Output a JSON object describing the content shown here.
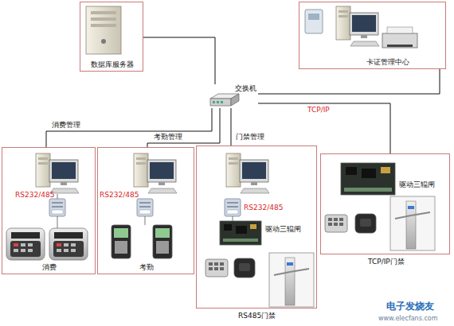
{
  "diagram": {
    "nodes": [
      {
        "text": [
          "数据库服务器"
        ]
      },
      {
        "text": [
          "卡证管理中心"
        ]
      },
      {
        "text": [
          "交换机"
        ]
      },
      {
        "text": [
          "消费"
        ]
      },
      {
        "text": [
          "考勤"
        ]
      },
      {
        "text": [
          "RS485门禁"
        ]
      },
      {
        "text": [
          "TCP/IP门禁"
        ]
      }
    ],
    "edges": [
      {
        "from": 0,
        "to": 2,
        "arrow": "none"
      },
      {
        "from": 2,
        "to": 1,
        "arrow": "none"
      },
      {
        "from": 2,
        "to": 3,
        "label": "消费管理",
        "arrow": "none"
      },
      {
        "from": 2,
        "to": 4,
        "label": "考勤管理",
        "arrow": "none"
      },
      {
        "from": 2,
        "to": 5,
        "label": "门禁管理",
        "arrow": "none"
      },
      {
        "from": 2,
        "to": 6,
        "label": "TCP/IP",
        "arrow": "none"
      }
    ],
    "labels": [
      "RS232/485",
      "RS232/485",
      "RS232/485",
      "驱动三辊闸",
      "驱动三辊闸",
      "电子发烧友",
      "www.elecfans.com"
    ]
  }
}
